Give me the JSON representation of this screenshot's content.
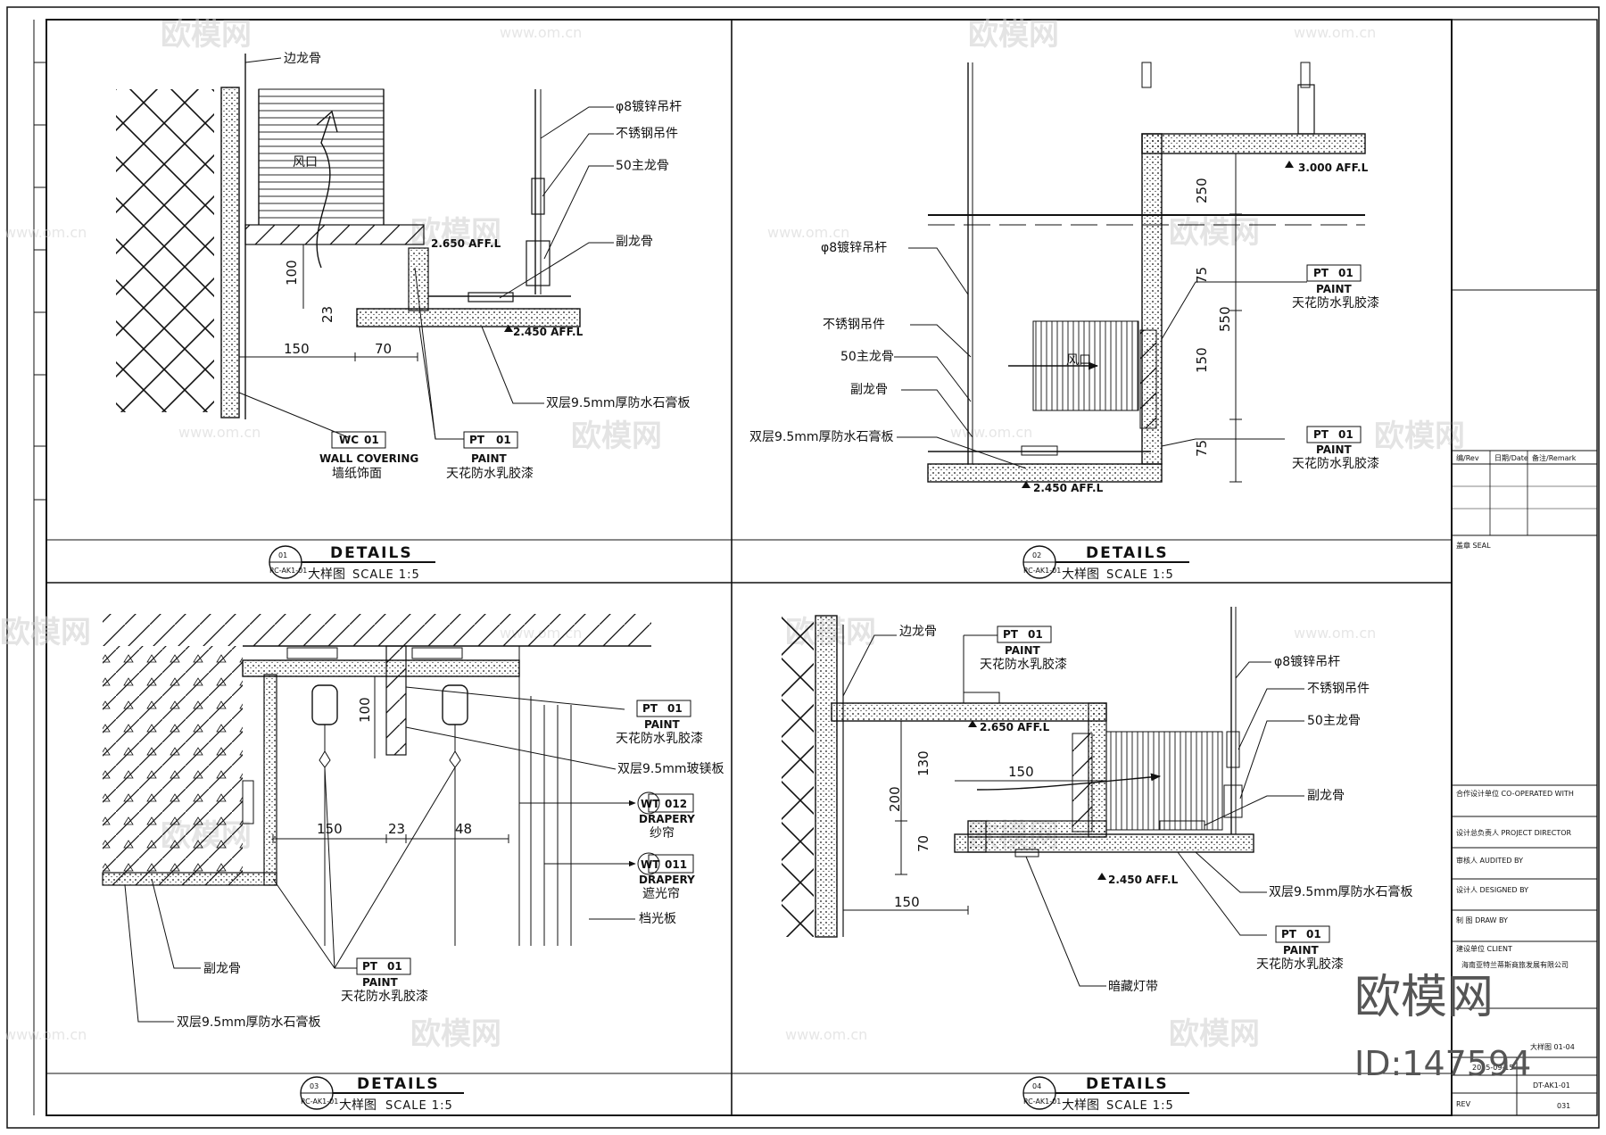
{
  "watermarks": {
    "brand": "欧模网",
    "url": "www.om.cn",
    "big_brand": "欧模网",
    "id": "ID:147594"
  },
  "panel1": {
    "title": "DETAILS",
    "subtitle": "大样图",
    "scale": "SCALE 1:5",
    "num": "01",
    "ref": "RC-AK1-01",
    "labels": {
      "edge_keel": "边龙骨",
      "rod": "φ8镀锌吊杆",
      "hanger": "不锈钢吊件",
      "main_keel": "50主龙骨",
      "sub_keel": "副龙骨",
      "vent": "风口",
      "board": "双层9.5mm厚防水石膏板",
      "wall_code": "WC",
      "wall_no": "01",
      "wall_en": "WALL COVERING",
      "wall_cn": "墙纸饰面",
      "pt_code": "PT",
      "pt_no": "01",
      "paint_en": "PAINT",
      "paint_cn": "天花防水乳胶漆",
      "level1": "2.650 AFF.L",
      "level2": "2.450 AFF.L"
    },
    "dims": [
      "100",
      "23",
      "150",
      "70"
    ]
  },
  "panel2": {
    "title": "DETAILS",
    "subtitle": "大样图",
    "scale": "SCALE 1:5",
    "num": "02",
    "ref": "RC-AK1-01",
    "labels": {
      "rod": "φ8镀锌吊杆",
      "hanger": "不锈钢吊件",
      "main_keel": "50主龙骨",
      "sub_keel": "副龙骨",
      "board": "双层9.5mm厚防水石膏板",
      "vent": "风口",
      "pt_code": "PT",
      "pt_no": "01",
      "paint_en": "PAINT",
      "paint_cn": "天花防水乳胶漆",
      "level1": "3.000 AFF.L",
      "level2": "2.450 AFF.L"
    },
    "dims": [
      "250",
      "75",
      "550",
      "150",
      "75"
    ]
  },
  "panel3": {
    "title": "DETAILS",
    "subtitle": "大样图",
    "scale": "SCALE 1:5",
    "num": "03",
    "ref": "RC-AK1-01",
    "labels": {
      "pt_code": "PT",
      "pt_no": "01",
      "paint_en": "PAINT",
      "paint_cn": "天花防水乳胶漆",
      "mgo": "双层9.5mm玻镁板",
      "wt_code": "WT",
      "wt_no1": "012",
      "wt_no2": "011",
      "drapery_en": "DRAPERY",
      "sheer": "纱帘",
      "blackout": "遮光帘",
      "baffle": "档光板",
      "sub_keel": "副龙骨",
      "board": "双层9.5mm厚防水石膏板"
    },
    "dims": [
      "100",
      "150",
      "23",
      "48"
    ]
  },
  "panel4": {
    "title": "DETAILS",
    "subtitle": "大样图",
    "scale": "SCALE 1:5",
    "num": "04",
    "ref": "RC-AK1-01",
    "labels": {
      "edge_keel": "边龙骨",
      "rod": "φ8镀锌吊杆",
      "hanger": "不锈钢吊件",
      "main_keel": "50主龙骨",
      "sub_keel": "副龙骨",
      "board": "双层9.5mm厚防水石膏板",
      "pt_code": "PT",
      "pt_no": "01",
      "paint_en": "PAINT",
      "paint_cn": "天花防水乳胶漆",
      "light": "暗藏灯带",
      "level1": "2.650 AFF.L",
      "level2": "2.450 AFF.L"
    },
    "dims": [
      "130",
      "200",
      "70",
      "150",
      "150"
    ]
  },
  "title_block": {
    "rev": "编/Rev",
    "date": "日期/Date",
    "remark": "备注/Remark",
    "seal": "盖章 SEAL",
    "coop": "合作设计单位 CO-OPERATED WITH",
    "director": "设计总负责人 PROJECT DIRECTOR",
    "audit": "审核人 AUDITED BY",
    "design": "设计人 DESIGNED BY",
    "draw": "制 图 DRAW BY",
    "client_label": "建设单位 CLIENT",
    "client": "海南亚特兰蒂斯商旅发展有限公司",
    "dwg_title": "大样图 01-04",
    "date_val": "2015-09-15",
    "dwg_no": "DT-AK1-01",
    "page": "031",
    "rev_label": "REV"
  }
}
